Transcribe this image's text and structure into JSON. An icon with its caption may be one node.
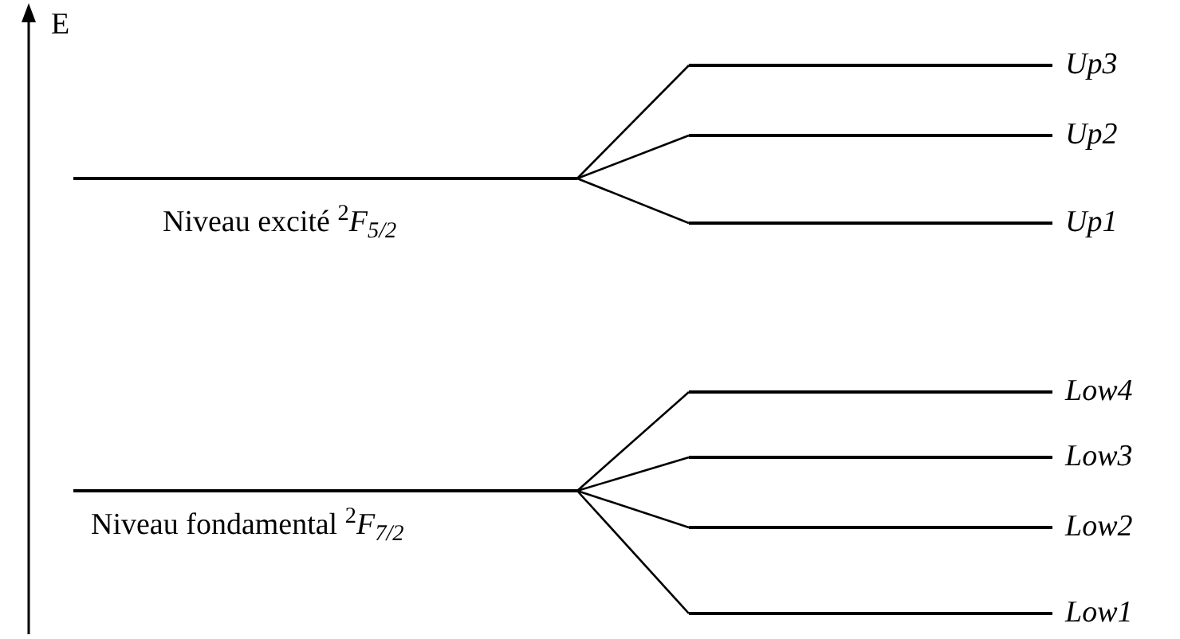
{
  "diagram": {
    "nodes": [
      {
        "text": [],
        "shape": "bar",
        "beside": [
          "Niveau excité $^{2}$*F*$_{5/2}$"
        ]
      },
      {
        "text": [],
        "shape": "bar",
        "beside": [
          "Up3"
        ]
      },
      {
        "text": [],
        "shape": "bar",
        "beside": [
          "Up2"
        ]
      },
      {
        "text": [],
        "shape": "bar",
        "beside": [
          "Up1"
        ]
      },
      {
        "text": [],
        "shape": "bar",
        "beside": [
          "Niveau fondamental $^{2}$*F*$_{7/2}$"
        ]
      },
      {
        "text": [],
        "shape": "bar",
        "beside": [
          "Low4"
        ]
      },
      {
        "text": [],
        "shape": "bar",
        "beside": [
          "Low3"
        ]
      },
      {
        "text": [],
        "shape": "bar",
        "beside": [
          "Low2"
        ]
      },
      {
        "text": [],
        "shape": "bar",
        "beside": [
          "Low1"
        ]
      }
    ],
    "edges": [
      {
        "from": 0,
        "to": 1,
        "arrow": "none"
      },
      {
        "from": 0,
        "to": 2,
        "arrow": "none"
      },
      {
        "from": 0,
        "to": 3,
        "arrow": "none"
      },
      {
        "from": 4,
        "to": 5,
        "arrow": "none"
      },
      {
        "from": 4,
        "to": 6,
        "arrow": "none"
      },
      {
        "from": 4,
        "to": 7,
        "arrow": "none"
      },
      {
        "from": 4,
        "to": 8,
        "arrow": "none"
      }
    ],
    "labels": [
      "E"
    ]
  }
}
